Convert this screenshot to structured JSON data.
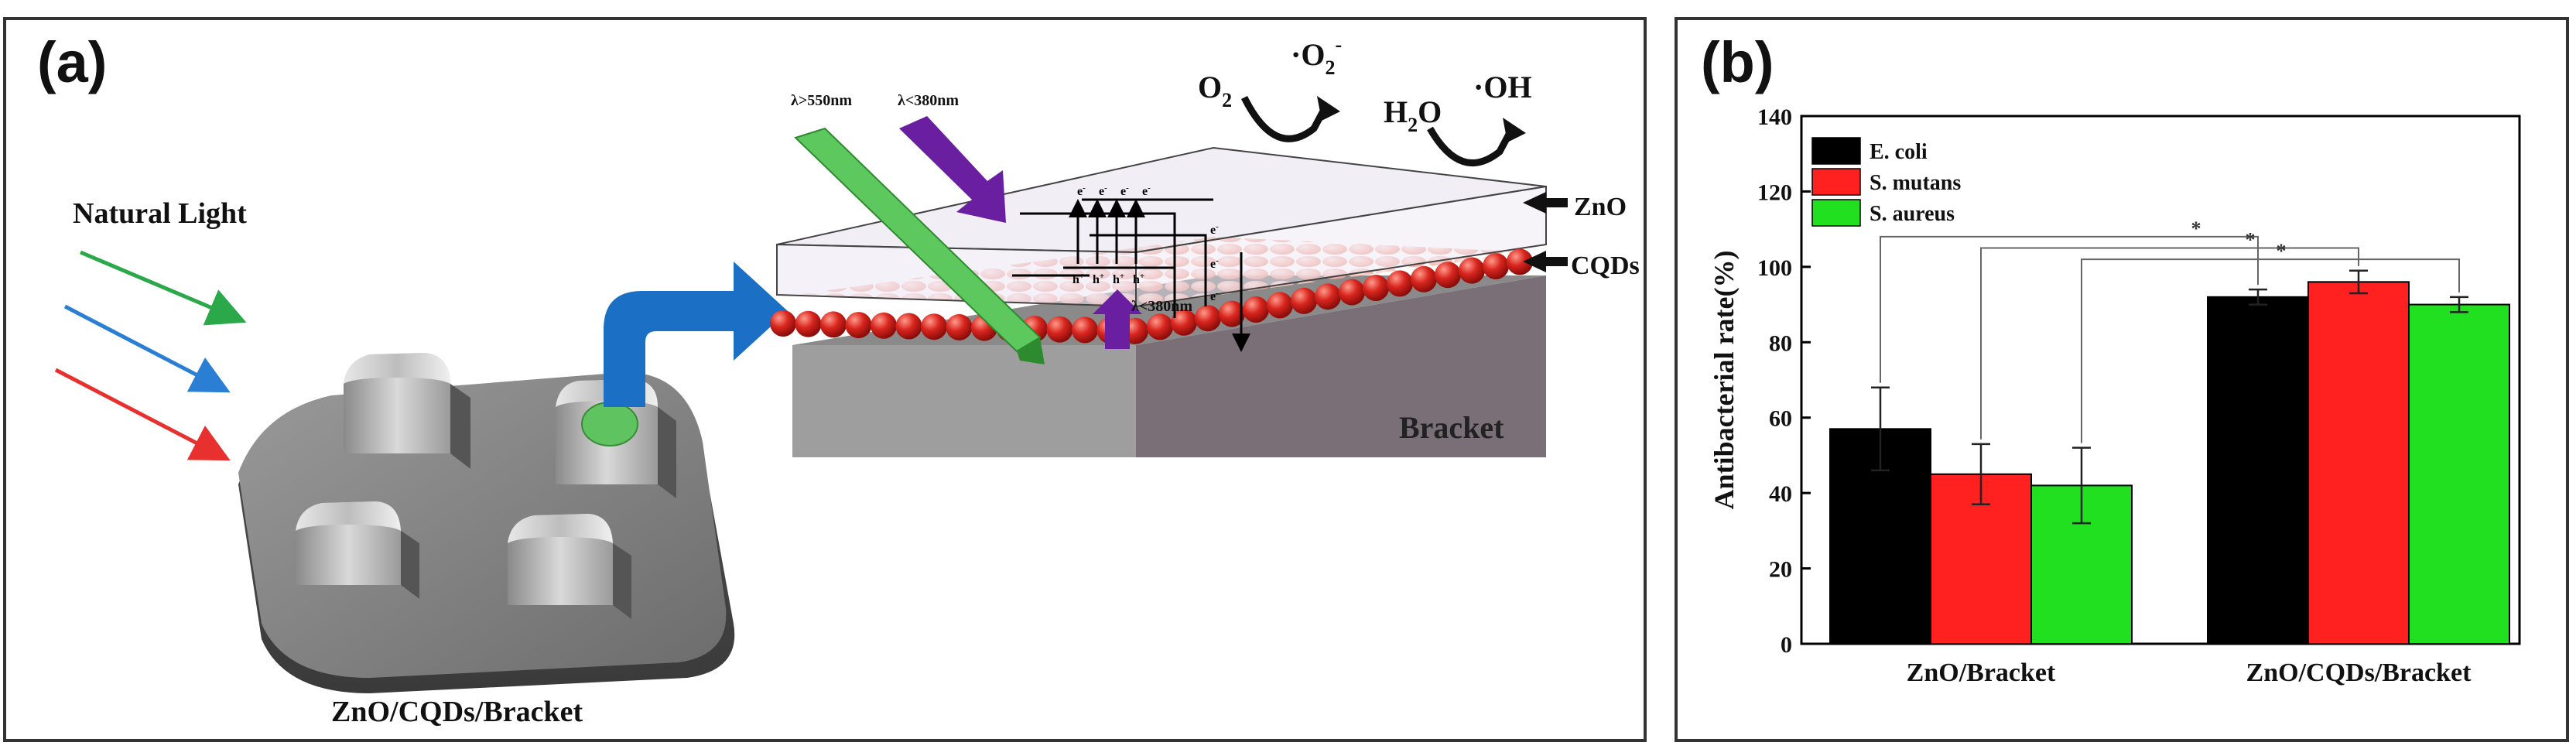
{
  "panel_a": {
    "label": "(a)",
    "natural_light": "Natural Light",
    "device_label": "ZnO/CQDs/Bracket",
    "lambda_green": "λ>550nm",
    "lambda_purple": "λ<380nm",
    "lambda_purple_small": "λ<380nm",
    "layer_zno": "ZnO",
    "layer_cqds": "CQDs",
    "bracket": "Bracket",
    "o2": "O",
    "o2_sub": "2",
    "superoxide": "·O",
    "superoxide_sub": "2",
    "superoxide_sup": "-",
    "h2o": "H",
    "h2o_sub": "2",
    "h2o_tail": "O",
    "hydroxyl": "·OH",
    "electron": "e",
    "electron_sup": "-",
    "hole": "h",
    "hole_sup": "+",
    "colors": {
      "green_light": "#2aa84a",
      "blue_light": "#2a7fd4",
      "red_light": "#e8312e",
      "purple_light": "#6a1fa0",
      "blue_arrow": "#1b6fc4",
      "cqd_red": "#d8251e"
    }
  },
  "panel_b": {
    "label": "(b)"
  },
  "chart_data": {
    "type": "bar",
    "categories": [
      "ZnO/Bracket",
      "ZnO/CQDs/Bracket"
    ],
    "series": [
      {
        "name": "E. coli",
        "color": "#000000",
        "values": [
          57,
          92
        ],
        "errors": [
          11,
          2
        ]
      },
      {
        "name": "S. mutans",
        "color": "#ff2020",
        "values": [
          45,
          96
        ],
        "errors": [
          8,
          3
        ]
      },
      {
        "name": "S. aureus",
        "color": "#20e020",
        "values": [
          42,
          90
        ],
        "errors": [
          10,
          2
        ]
      }
    ],
    "ylabel": "Antibacterial rate(%)",
    "xlabel": "",
    "ylim": [
      0,
      140
    ],
    "yticks": [
      "0",
      "20",
      "40",
      "60",
      "80",
      "100",
      "120",
      "140"
    ],
    "significance_mark": "*",
    "legend_position": "top-left",
    "grid": false
  }
}
